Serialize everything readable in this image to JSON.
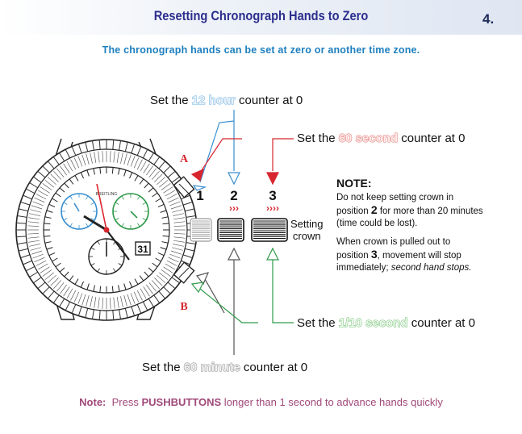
{
  "header": {
    "title": "Resetting Chronograph Hands to Zero",
    "page_number": "4."
  },
  "subtitle": "The chronograph hands can be set at zero or another time zone.",
  "labels": {
    "hour12": {
      "pre": "Set the ",
      "hl": "12 hour",
      "post": " counter at 0"
    },
    "sec60": {
      "pre": "Set the ",
      "hl": "60 second",
      "post": " counter at 0"
    },
    "tenth": {
      "pre": "Set the ",
      "hl": "1/10 second",
      "post": " counter at 0"
    },
    "min60": {
      "pre": "Set the ",
      "hl": "60 minute",
      "post": " counter at 0"
    }
  },
  "pushers": {
    "a": "A",
    "b": "B"
  },
  "positions": [
    "1",
    "2",
    "3"
  ],
  "setting_crown": [
    "Setting",
    "crown"
  ],
  "note": {
    "heading": "NOTE:",
    "p1_a": "Do not keep setting crown in",
    "p1_b_pre": "position ",
    "p1_b_num": "2",
    "p1_b_post": " for more than 20 minutes",
    "p1_c": "(time could be lost).",
    "p2_a": "When crown is pulled out to",
    "p2_b_pre": "position ",
    "p2_b_num": "3",
    "p2_b_post": ", movement will stop",
    "p2_c_pre": "immediately; ",
    "p2_c_em": "second hand stops."
  },
  "watch": {
    "date": "31",
    "brand": "BREITLING"
  },
  "footer": {
    "prefix": "Note:",
    "pre": "  Press ",
    "bold": "PUSHBUTTONS",
    "post": " longer than 1 second to advance hands quickly"
  },
  "colors": {
    "blue": "#3a8fd0",
    "red": "#d8262e",
    "green": "#2e9a4a",
    "title": "#2b2e8c"
  }
}
